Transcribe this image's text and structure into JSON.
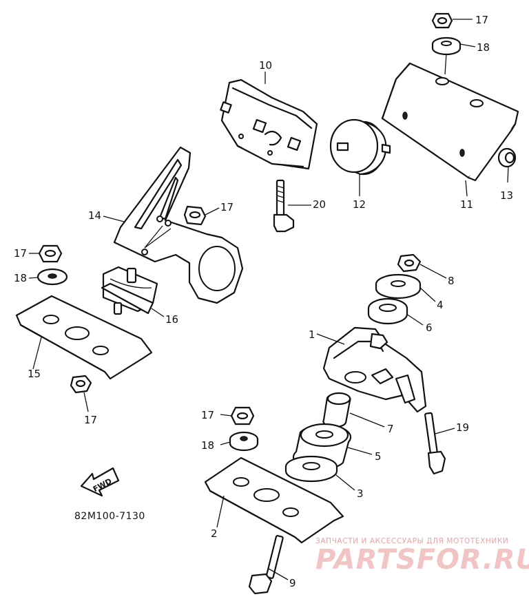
{
  "diagram": {
    "drawing_code": "82M100-7130",
    "fwd_arrow_label": "FWD",
    "callouts": [
      "1",
      "2",
      "3",
      "4",
      "5",
      "6",
      "7",
      "8",
      "9",
      "10",
      "11",
      "12",
      "13",
      "14",
      "15",
      "16",
      "17",
      "17",
      "17",
      "17",
      "17",
      "18",
      "18",
      "18",
      "19",
      "20"
    ]
  },
  "watermark": {
    "tagline": "ЗАПЧАСТИ И АКСЕССУАРЫ ДЛЯ МОТОТЕХНИКИ",
    "logo_text": "PARTSFOR.RU"
  }
}
